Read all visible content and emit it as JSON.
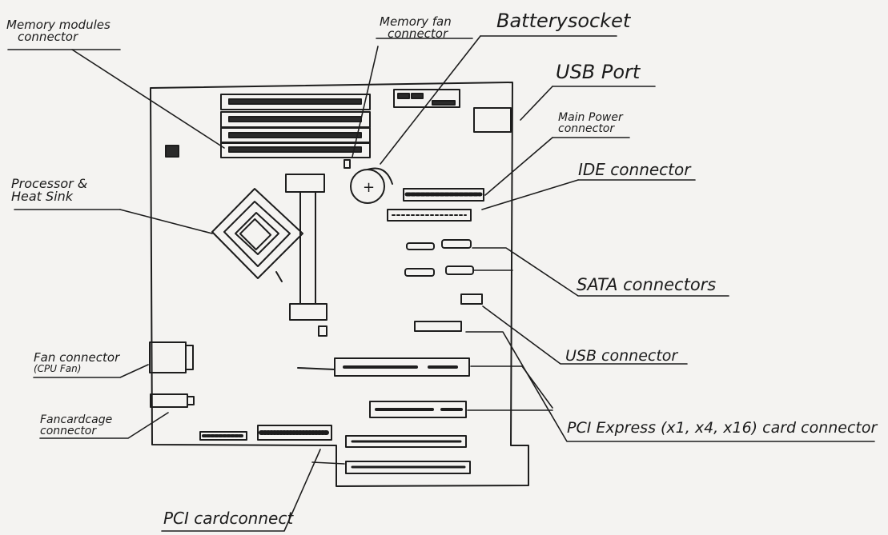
{
  "labels": {
    "memory_modules": {
      "line1": "Memory modules",
      "line2": "connector"
    },
    "memory_fan": {
      "line1": "Memory fan",
      "line2": "connector"
    },
    "battery_socket": "Batterysocket",
    "usb_port": "USB Port",
    "main_power": {
      "line1": "Main Power",
      "line2": "connector"
    },
    "ide": "IDE connector",
    "processor": {
      "line1": "Processor &",
      "line2": "Heat Sink"
    },
    "sata": "SATA connectors",
    "usb_connector": "USB connector",
    "fan_connector": {
      "line1": "Fan connector",
      "line2": "(CPU Fan)"
    },
    "pci_express": "PCI Express (x1, x4, x16) card connector",
    "fancardcage": {
      "line1": "Fancardcage",
      "line2": "connector"
    },
    "pci_card": "PCI cardconnect"
  },
  "battery_symbol": "+",
  "colors": {
    "ink": "#1b1b1b",
    "paper": "#f4f3f1"
  }
}
